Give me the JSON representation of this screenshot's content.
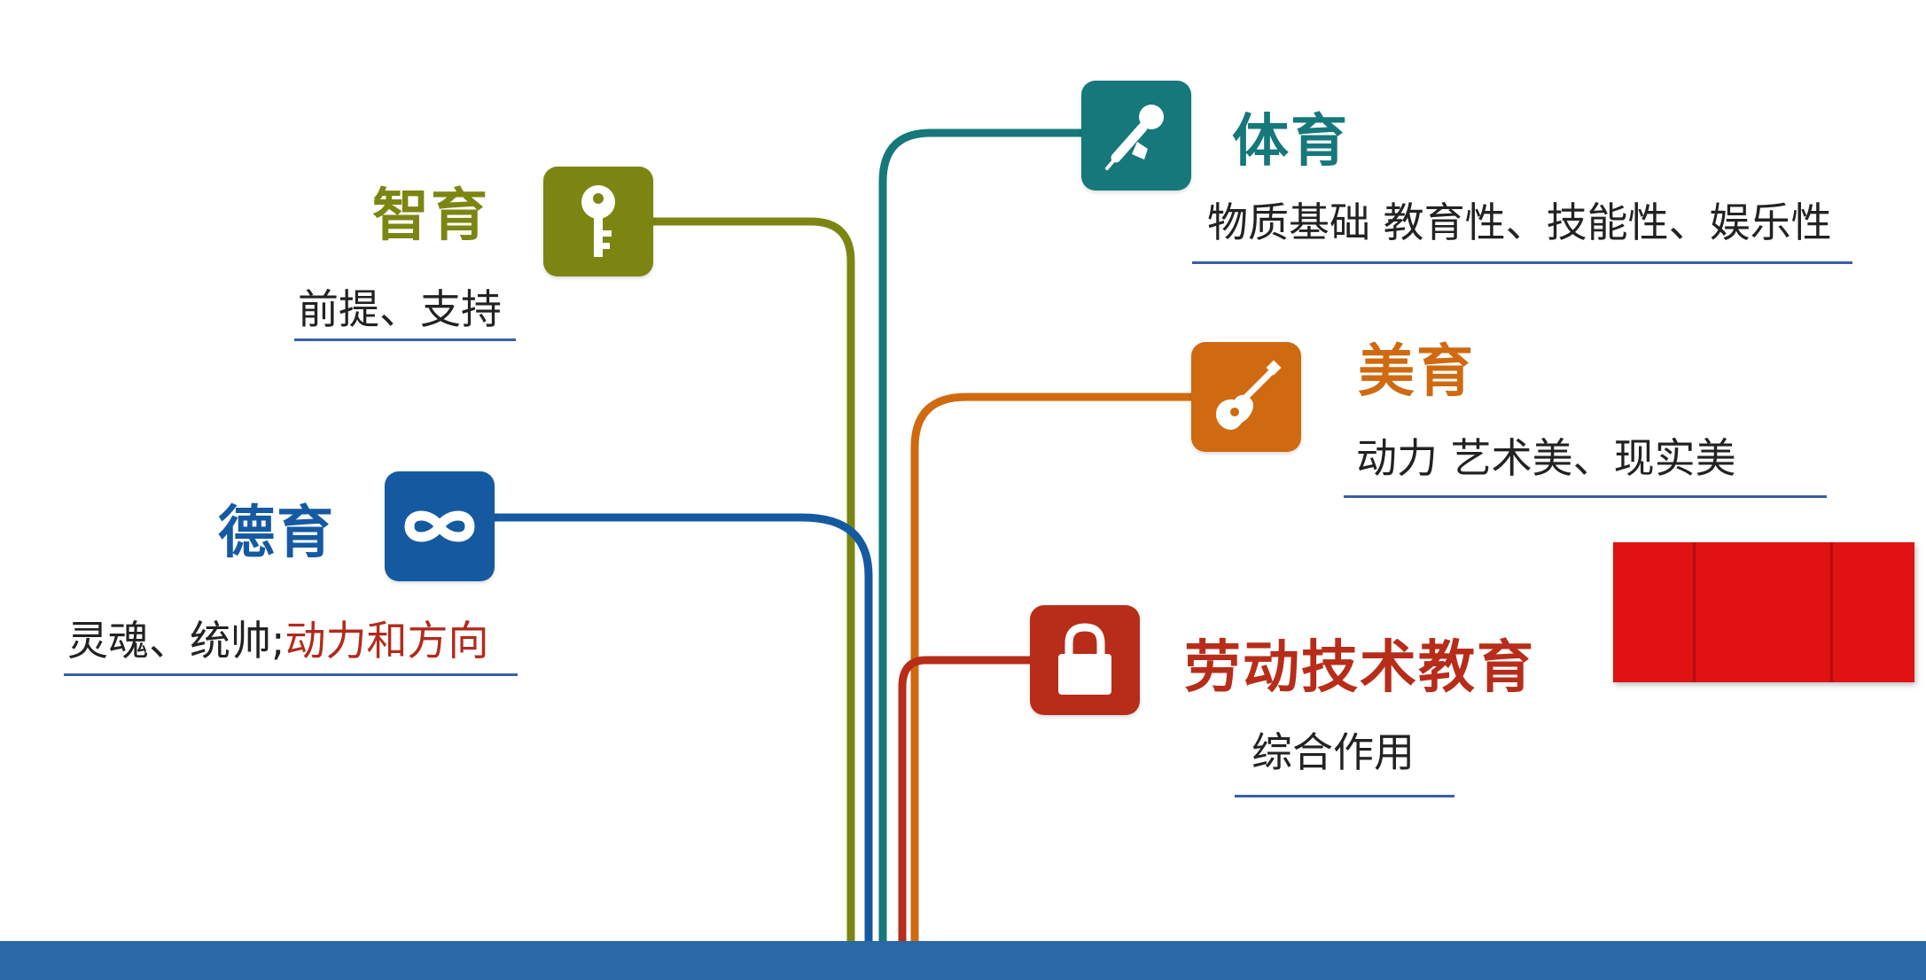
{
  "colors": {
    "zhiyu": "#7c8512",
    "tiyu": "#16787a",
    "meiyu": "#cf6a10",
    "deyu": "#155aa1",
    "laodong": "#b72d1a",
    "underline": "#3a5fa8",
    "bottom_bar": "#2a68a8",
    "highlight_text": "#b22a1c"
  },
  "nodes": {
    "zhiyu": {
      "title": "智育",
      "desc": "前提、支持",
      "icon": "key-icon"
    },
    "tiyu": {
      "title": "体育",
      "desc": "物质基础   教育性、技能性、娱乐性",
      "icon": "microphone-icon"
    },
    "meiyu": {
      "title": "美育",
      "desc": "动力   艺术美、现实美",
      "icon": "guitar-icon"
    },
    "deyu": {
      "title": "德育",
      "desc_plain": "灵魂、统帅;",
      "desc_highlight": "动力和方向",
      "icon": "infinity-icon"
    },
    "laodong": {
      "title": "劳动技术教育",
      "desc": "综合作用",
      "icon": "lock-icon"
    }
  }
}
